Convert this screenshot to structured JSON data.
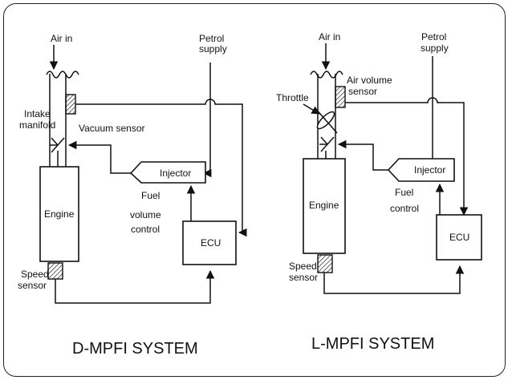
{
  "left": {
    "air_in": "Air in",
    "petrol_1": "Petrol",
    "petrol_2": "supply",
    "intake_1": "Intake",
    "intake_2": "manifold",
    "vacuum_sensor": "Vacuum sensor",
    "injector": "Injector",
    "fuel_1": "Fuel",
    "fuel_2": "volume",
    "fuel_3": "control",
    "engine": "Engine",
    "ecu": "ECU",
    "speed_1": "Speed",
    "speed_2": "sensor",
    "caption": "D-MPFI SYSTEM"
  },
  "right": {
    "air_in": "Air in",
    "petrol_1": "Petrol",
    "petrol_2": "supply",
    "throttle": "Throttle",
    "air_volume_1": "Air volume",
    "air_volume_2": "sensor",
    "injector": "Injector",
    "fuel_1": "Fuel",
    "fuel_2": "control",
    "engine": "Engine",
    "ecu": "ECU",
    "speed_1": "Speed",
    "speed_2": "sensor",
    "caption": "L-MPFI SYSTEM"
  }
}
